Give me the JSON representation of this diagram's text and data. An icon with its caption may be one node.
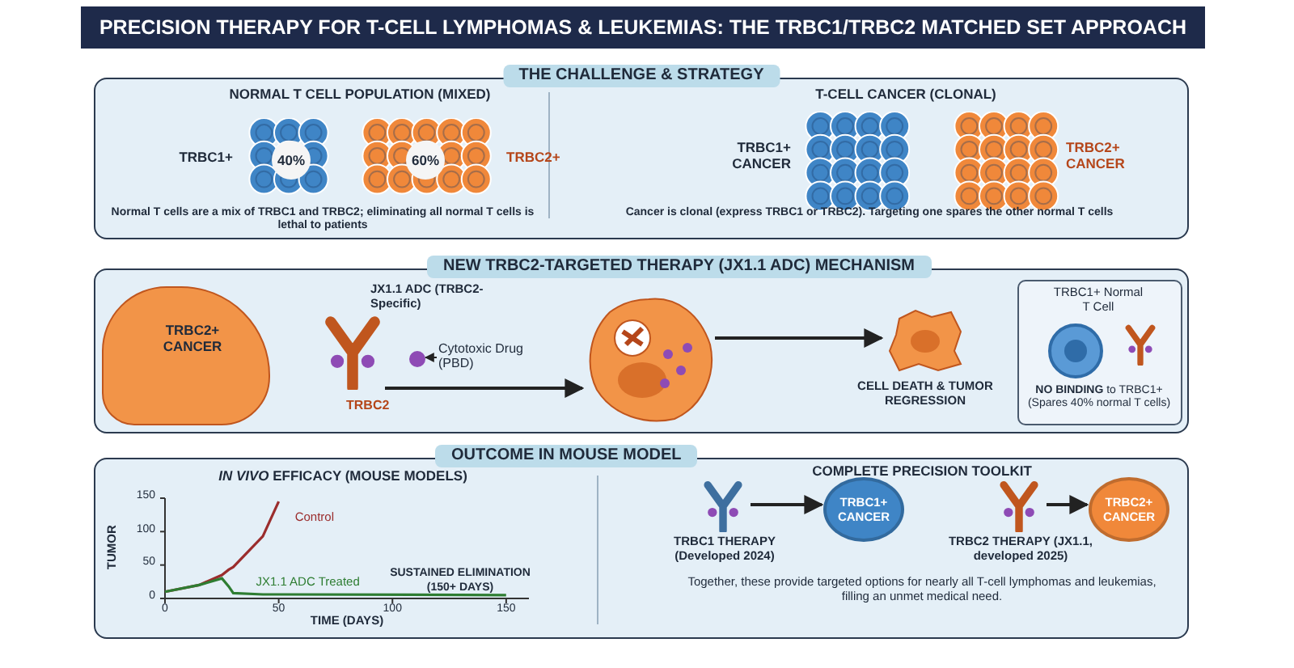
{
  "diagram": {
    "title": "PRECISION THERAPY FOR T-CELL LYMPHOMAS & LEUKEMIAS: THE TRBC1/TRBC2 MATCHED SET APPROACH",
    "nodes": [
      {
        "text": [
          "THE CHALLENGE & STRATEGY"
        ]
      },
      {
        "text": [
          "40%"
        ],
        "beside": [
          "TRBC1+"
        ],
        "in": 0
      },
      {
        "text": [
          "60%"
        ],
        "beside": [
          "TRBC2+"
        ],
        "in": 0
      },
      {
        "text": [],
        "shape": "picture",
        "beside": [
          "TRBC1+ CANCER"
        ],
        "in": 0
      },
      {
        "text": [],
        "shape": "picture",
        "beside": [
          "TRBC2+ CANCER"
        ],
        "in": 0
      },
      {
        "text": [
          "NEW TRBC2-TARGETED THERAPY (JX1.1 ADC) MECHANISM"
        ]
      },
      {
        "text": [
          "TRBC2+ CANCER"
        ],
        "in": 5
      },
      {
        "text": [],
        "shape": "picture",
        "beside": [
          "JX1.1 ADC (TRBC2-Specific)"
        ],
        "in": 5
      },
      {
        "text": [],
        "shape": "circle",
        "in": 5
      },
      {
        "text": [
          "Cytotoxic Drug (PBD)"
        ],
        "in": 5
      },
      {
        "text": [],
        "shape": "picture",
        "in": 5
      },
      {
        "text": [],
        "shape": "picture",
        "beside": [
          "CELL DEATH & TUMOR REGRESSION"
        ],
        "in": 5
      },
      {
        "text": [
          "TRBC1+ Normal T Cell",
          "**NO BINDING** to TRBC1+ (Spares 40% normal T cells)"
        ],
        "in": 5
      },
      {
        "text": [
          "OUTCOME IN MOUSE MODEL"
        ]
      },
      {
        "text": [],
        "shape": "picture",
        "beside": [
          "TRBC1 THERAPY (Developed 2024)"
        ],
        "in": 13
      },
      {
        "text": [
          "TRBC1+ CANCER"
        ],
        "in": 13
      },
      {
        "text": [],
        "shape": "picture",
        "beside": [
          "TRBC2 THERAPY (JX1.1, developed 2025)"
        ],
        "in": 13
      },
      {
        "text": [
          "TRBC2+ CANCER"
        ],
        "in": 13
      }
    ],
    "edges": [
      {
        "from": 9,
        "to": 8,
        "arrow": "to"
      },
      {
        "from": 7,
        "to": 10,
        "arrow": "to"
      },
      {
        "from": 10,
        "to": 11,
        "arrow": "to"
      },
      {
        "from": 14,
        "to": 15,
        "arrow": "to"
      },
      {
        "from": 16,
        "to": 17,
        "arrow": "to"
      }
    ],
    "labels": [
      "NORMAL T CELL POPULATION (MIXED)",
      "Normal T cells are a mix of TRBC1 and TRBC2; eliminating all normal T cells is lethal to patients",
      "T-CELL CANCER (CLONAL)",
      "Cancer is clonal (express TRBC1 or TRBC2). Targeting one spares the other normal T cells",
      "TRBC2",
      "COMPLETE PRECISION TOOLKIT",
      "Together, these provide targeted options for nearly all T-cell lymphomas and leukemias, filling an unmet medical need."
    ],
    "chart_data": {
      "type": "line",
      "title": "*IN VIVO* EFFICACY (MOUSE MODELS)",
      "xlabel": "TIME (DAYS)",
      "ylabel": "TUMOR",
      "x": [
        0,
        15,
        25,
        28,
        30,
        43,
        50,
        150
      ],
      "series": [
        {
          "name": "Control",
          "color": "#9b2d2d",
          "values": [
            10,
            20,
            35,
            43,
            47,
            93,
            145,
            null
          ]
        },
        {
          "name": "JX1.1 ADC Treated",
          "color": "#2e7d32",
          "values": [
            10,
            20,
            30,
            18,
            8,
            6,
            6,
            5
          ]
        }
      ],
      "xlim": [
        0,
        160
      ],
      "ylim": [
        0,
        150
      ],
      "xticks": [
        0,
        50,
        100,
        150
      ],
      "yticks": [
        0,
        50,
        100,
        150
      ],
      "annotations": [
        "SUSTAINED ELIMINATION (150+ DAYS)"
      ]
    }
  }
}
